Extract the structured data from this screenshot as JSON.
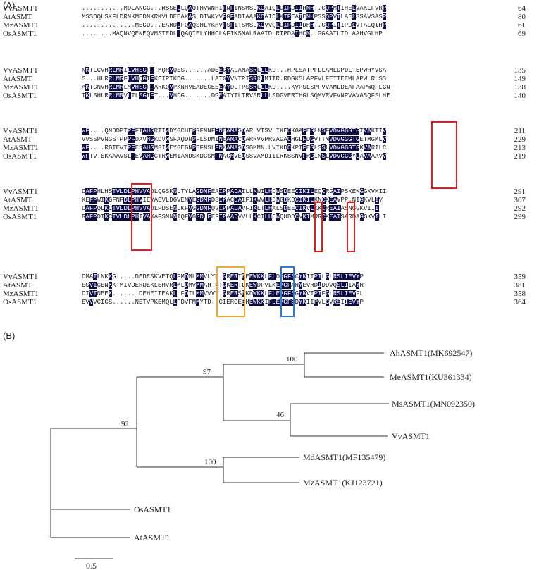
{
  "panel_a_label": "(A)",
  "panel_b_label": "(B)",
  "colors": {
    "highlight": "#0c0c4a",
    "red_box": "#e02020",
    "orange_box": "#f5a623",
    "blue_box": "#2a7bd4"
  },
  "alignment": {
    "blocks": [
      {
        "rows": [
          {
            "name": "VvASMT1",
            "seq": "...........MDLANGG...RSSELLQAQTHVWNHIFNFINSMSLKCAIQLGIPDIIHNH..CQPMTIHELVAKLFVRP",
            "num": "64"
          },
          {
            "name": "AtASMT",
            "seq": "MSSDQLSKFLDRNKMEDNKRKVLDEEAKASLDIWKYVFGFADIAAAKCAIDLKIPEAIENHPSSQPVTLAELSSAVSASP",
            "num": "80"
          },
          {
            "name": "MzASMT1",
            "seq": "..............MEGD...EARDLFQAQSHLYKHVFSFITSMSLKCVVQLGIPDIIDRH..GQPITIPDLVTALQIHP",
            "num": "61"
          },
          {
            "name": "OsASMT1",
            "seq": "........MAQNVQENEQVMSTEDLLQAQIELYHHCLAFIKSMALRAATDLRIPDAIHCN..GGAATLTDLAAHVGLHP",
            "num": "69"
          }
        ]
      },
      {
        "rows": [
          {
            "name": "VvASMT1",
            "seq": "NKTLCVHRLMRILVHSGFFTMQRVQES......ADEEGYALANASRLLLKD...HPLSATPFLLAMLDPDLTEPWHYVSA",
            "num": "135"
          },
          {
            "name": "AtASMT",
            "seq": "S...HLRRLMRFLVHQGIFKEIPTKDG.......LATGYVNTPISRRLMITR.RDGKSLAPFVLFETTEEMLAPWLRLSS",
            "num": "149"
          },
          {
            "name": "MzASMT1",
            "seq": "AKTGNVHRLMRLMVHSGFFARKQVPKNHVEADEGEEEAYDLTPSSRLLLKD....KVPSLSPFVVAMLDEAFAAPWQFLGN",
            "num": "138"
          },
          {
            "name": "OsASMT1",
            "seq": "TKLSHLRRLMRVLTLSGIFT...VHDG.......DGEATYTLTRVSRLLLSDGVERTHGLSQMVRVFVNPVAVASQFSLHE",
            "num": "140"
          }
        ]
      },
      {
        "rows": [
          {
            "name": "VvASMT1",
            "seq": "WF....QNDDPTPFFTAHGRTIWDYGCHEPRFNNFFNEAMASDARLVTSVLIKECKGAFEGLNSFVDVGGGTGTVAKTIV",
            "num": "211"
          },
          {
            "name": "AtASMT",
            "seq": "VVSSPVNGSTPPPFDAVHGKDVWSFAQDNPFLSDMINEAMACDARRVVPRVAGACHGLFDGVTTMVDVGGGTGETMGMLV",
            "num": "229"
          },
          {
            "name": "MzASMT1",
            "seq": "WF....RGTEVTPFESAHGMGIWEYGEGNPEFNSLFNKAMASDSGMMN.LVIKDCKPIFEGLSSLVDVGGGTGKVARILC",
            "num": "213"
          },
          {
            "name": "OsASMT1",
            "seq": "WFTV.EKAAAVSLFEVAHGCTRWEMIANDSKDGSMFNAGMVEDSSVAMDIILRKSSNVFRGINSLVDVGGGYGAVAAAVV",
            "num": "219"
          }
        ]
      },
      {
        "rows": [
          {
            "name": "VvASMT1",
            "seq": "DAFPHLHSTVLDLPHVVADLQGSKNLTYLAGDMFEAIPPADAILLKWILHDWSDEECIKILEQCRGAIPSKEKGGKVMII",
            "num": "291"
          },
          {
            "name": "AtASMT",
            "seq": "KEFPWIKGFNFDLPHVIEVAEVLDGVENVEGDMFDSIPACDAIFIKWVLHDWGDKDCIKILKNCKEAVPP.NIGKVLIV",
            "num": "307"
          },
          {
            "name": "MzASMT1",
            "seq": "DAFPQLKCTVLDLPHVVADLPDSENLKFVGGDMFQVIPPADAVFIKLTLHALSDEECIKVLKKCREAIASNGGKVIII",
            "num": "292"
          },
          {
            "name": "OsASMT1",
            "seq": "RAFPDIKCTVLDLPHIVAKAPSNNNIQFVGGDLFEFIPAADVVLLKCILHCWQHDDCVKIMRRCKEAISARDAGGKVILI",
            "num": "299"
          }
        ]
      },
      {
        "rows": [
          {
            "name": "VvASMT1",
            "seq": "DMAILNKKG.....DEDESKVETQLFMDMLMMVLYP.GRERTEEEWKKLFLDSGFSCYKITPILGLRSLIEVYP",
            "num": "359"
          },
          {
            "name": "AtASMT",
            "seq": "ESVIGENKKTMIVDERDEKLEHVRLMLDMVMMAHTSTGKERTLKEWDFVLKEAGFARYEVRDIDDVQSLIIAYR",
            "num": "381"
          },
          {
            "name": "MzASMT1",
            "seq": "DIVINEEK.......DEHEITEAKLLFDILMMVVVT.GRERSEKDWKKLFLEAGFSGYKVTPIFGLRSLIEVFL",
            "num": "358"
          },
          {
            "name": "OsASMT1",
            "seq": "EVVVGIGS......NETVPKEMQLLFDVFMMYTD..GIERDEEHEWKKIFLEAGFSDYKIIPVLGVRSIIEVYP",
            "num": "364"
          }
        ]
      }
    ]
  },
  "tree": {
    "leaves": [
      {
        "label": "AhASMT1(MK692547)"
      },
      {
        "label": "MeASMT1(KU361334)"
      },
      {
        "label": "MsASMT1(MN092350)"
      },
      {
        "label": "VvASMT1"
      },
      {
        "label": "MdASMT1(MF135479)"
      },
      {
        "label": "MzASMT1(KJ123721)"
      },
      {
        "label": "OsASMT1"
      },
      {
        "label": "AtASMT1"
      }
    ],
    "bootstraps": [
      "100",
      "97",
      "46",
      "92",
      "100"
    ],
    "scale_label": "0.5"
  }
}
